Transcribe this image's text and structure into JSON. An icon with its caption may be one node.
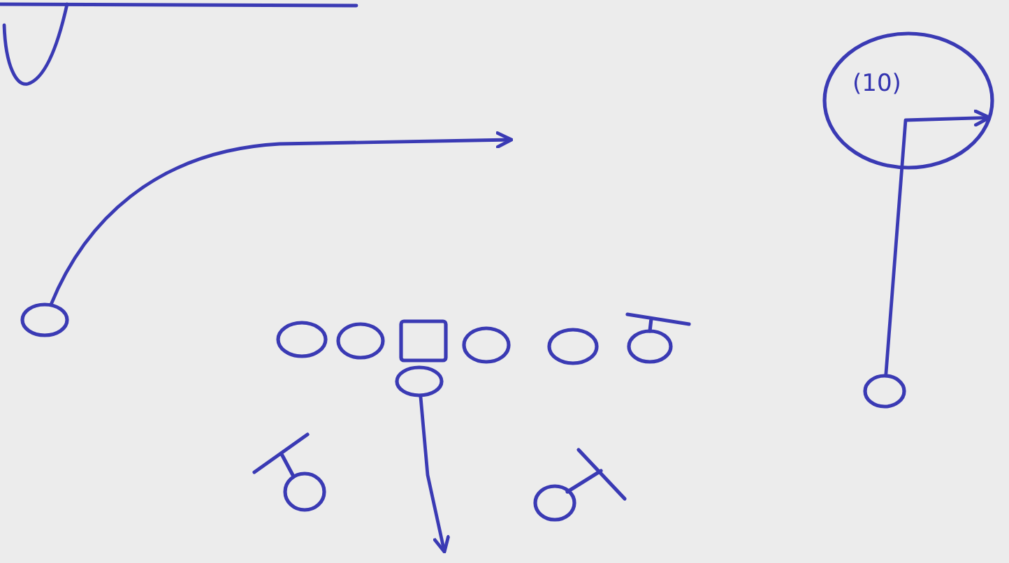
{
  "diagram": {
    "nodes": [
      {
        "text": [
          "(10)"
        ]
      },
      {
        "text": [],
        "shape": "circle"
      },
      {
        "text": [],
        "shape": "circle"
      },
      {
        "text": [],
        "shape": "circle"
      },
      {
        "text": [],
        "shape": "box"
      },
      {
        "text": [],
        "shape": "circle"
      },
      {
        "text": [],
        "shape": "circle"
      },
      {
        "text": [],
        "shape": "circle"
      },
      {
        "text": [],
        "shape": "circle"
      },
      {
        "text": [],
        "shape": "circle"
      },
      {
        "text": [],
        "shape": "circle"
      },
      {
        "text": [],
        "shape": "circle"
      }
    ],
    "edges": [
      {
        "from": 1,
        "to": null,
        "arrow": "to"
      },
      {
        "from": 8,
        "to": null,
        "arrow": "to"
      },
      {
        "from": 9,
        "to": 0,
        "arrow": "to"
      }
    ]
  }
}
